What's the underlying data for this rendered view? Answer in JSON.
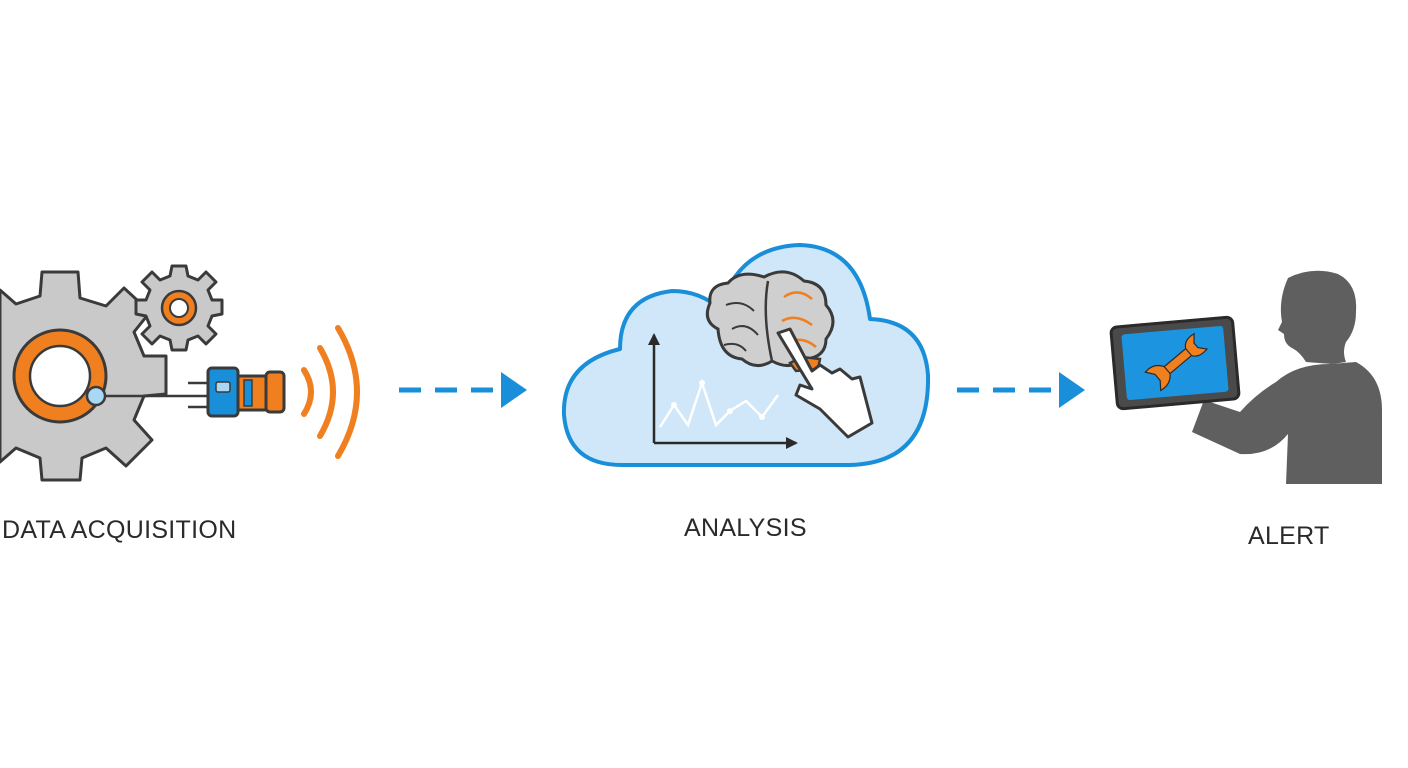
{
  "stages": [
    {
      "label": "DATA ACQUISITION"
    },
    {
      "label": "ANALYSIS"
    },
    {
      "label": "ALERT"
    }
  ],
  "colors": {
    "gear_gray": "#c9c9c9",
    "outline": "#3a3a3a",
    "accent_orange": "#f0801f",
    "accent_blue": "#1a8fd9",
    "cloud_fill": "#cfe7f8",
    "person_gray": "#5f5f5f",
    "screen_blue": "#1c94e0"
  },
  "icons": [
    "gear-icon",
    "sensor-icon",
    "signal-waves-icon",
    "cloud-icon",
    "brain-icon",
    "line-chart-icon",
    "pointing-hand-icon",
    "person-icon",
    "tablet-icon",
    "wrench-icon",
    "arrow-icon"
  ]
}
